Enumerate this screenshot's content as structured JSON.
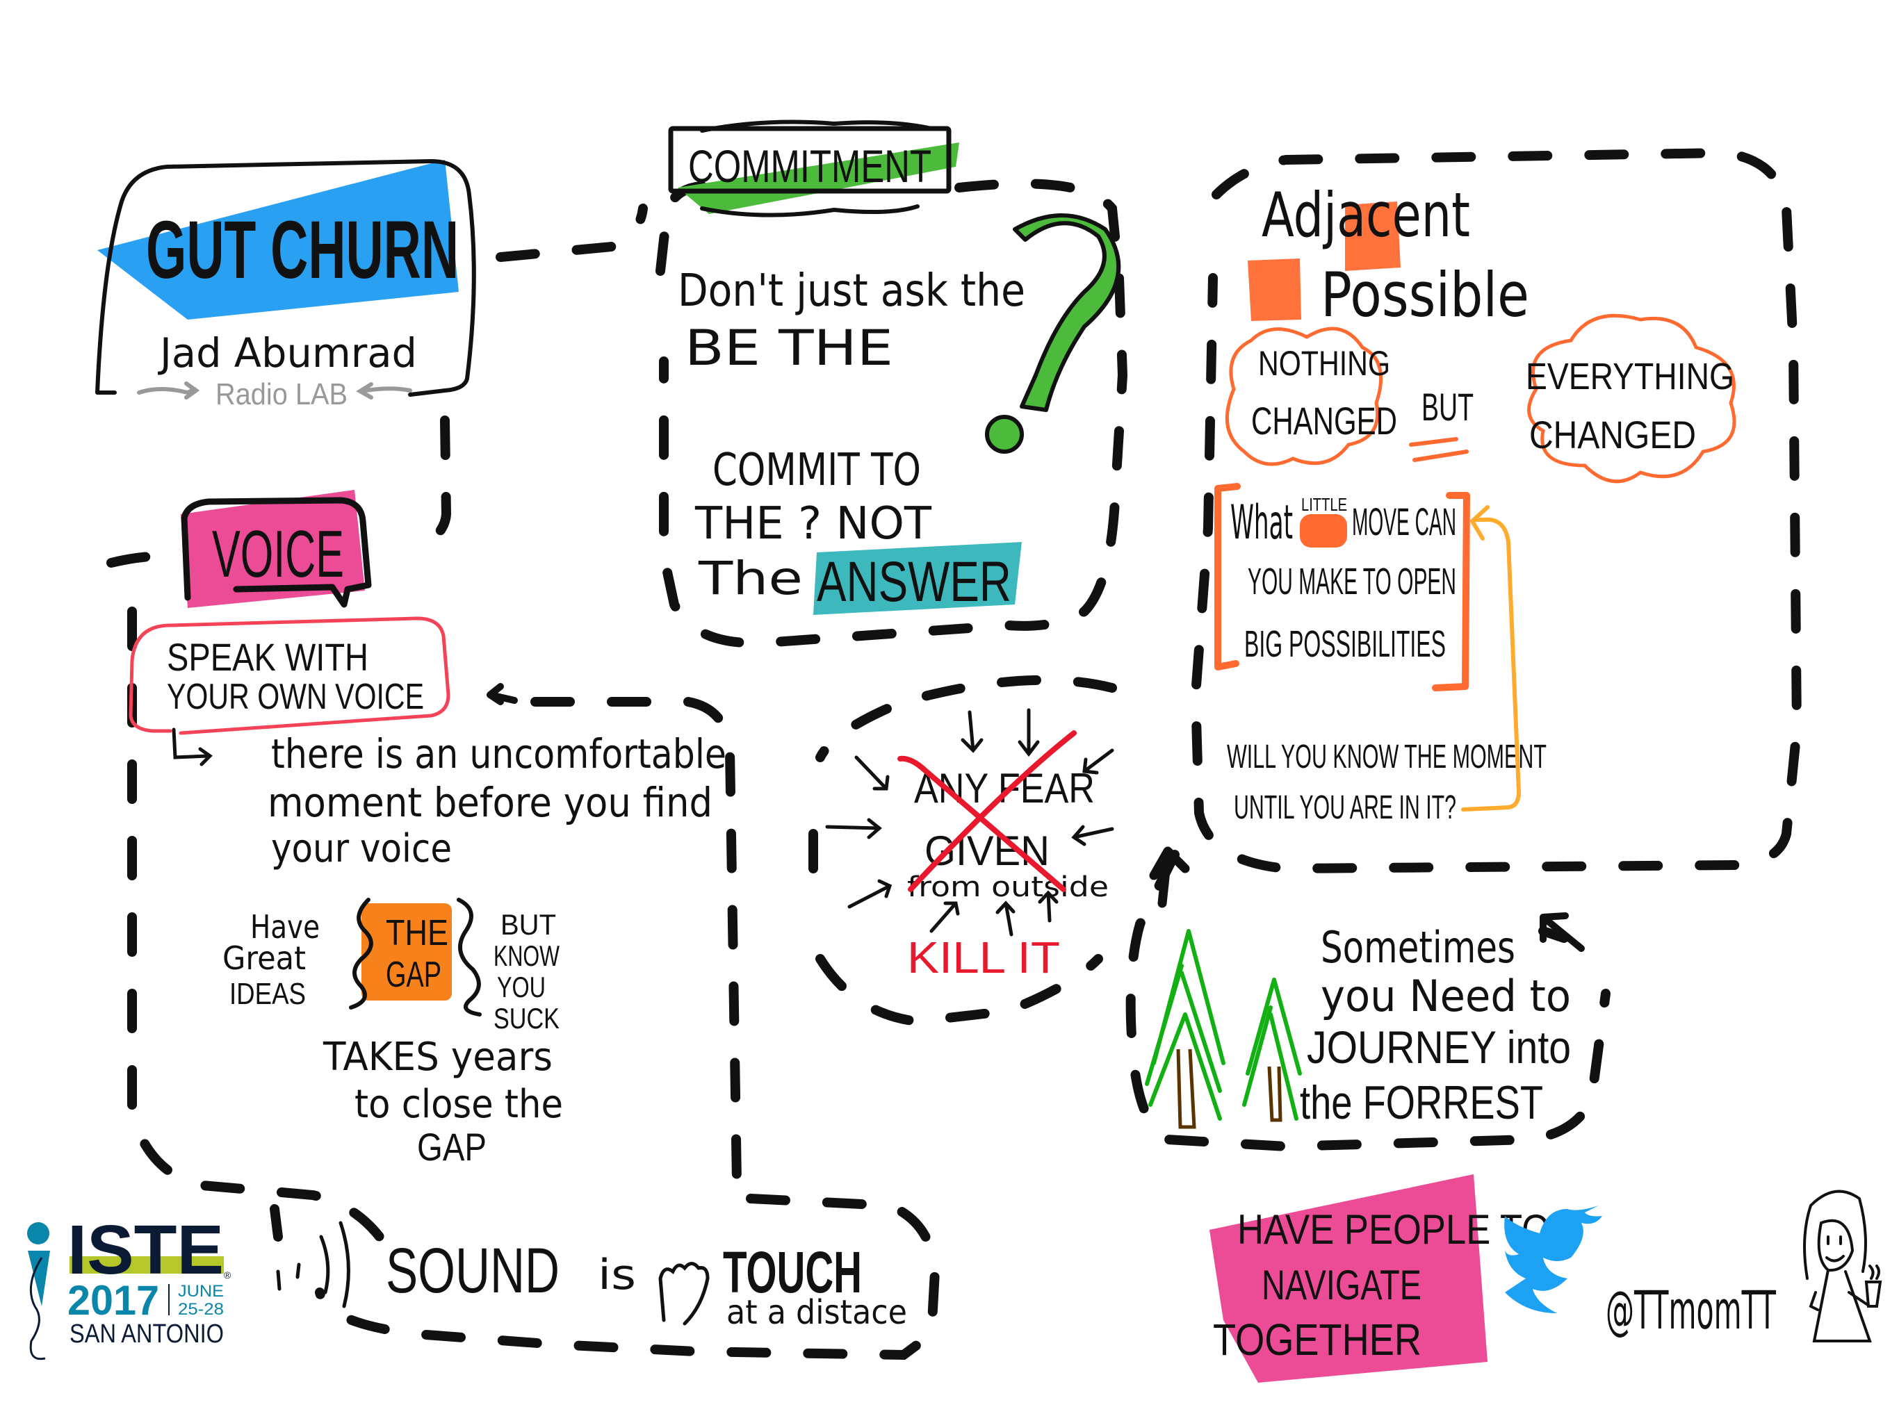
{
  "colors": {
    "ink": "#111111",
    "blue": "#1e9bf0",
    "green": "#4cbb3c",
    "teal": "#3db9bd",
    "pink": "#ec4b96",
    "orange": "#ff6a30",
    "gap_orange": "#f7821b",
    "amber": "#ffab2e",
    "red": "#e8192c",
    "speech_red": "#f44356",
    "tree_green": "#12b012",
    "trunk": "#5a3300",
    "grey": "#999999",
    "twitter": "#1da1f2",
    "iste_navy": "#0b1a35",
    "iste_teal": "#0a86aa",
    "iste_lime": "#b6c72a"
  },
  "gut_churn": {
    "title": "GUT CHURN",
    "speaker": "Jad Abumrad",
    "show": "Radio LAB"
  },
  "commitment": {
    "banner": "COMMITMENT",
    "line1": "Don't just ask the",
    "line2": "BE THE",
    "question_mark": "?",
    "line3": "COMMIT TO",
    "line4": "THE ? NOT",
    "line5_prefix": "The",
    "line5_highlight": "ANSWER"
  },
  "adjacent": {
    "title1": "Adjacent",
    "title2": "Possible",
    "cloud_left_1": "NOTHING",
    "cloud_left_2": "CHANGED",
    "connector": "BUT",
    "cloud_right_1": "EVERYTHING",
    "cloud_right_2": "CHANGED",
    "question_1a": "What",
    "question_1_small": "LITTLE",
    "question_1b": "MOVE CAN",
    "question_2": "YOU MAKE TO OPEN",
    "question_3": "BIG POSSIBILITIES",
    "moment_1": "WILL YOU KNOW THE MOMENT",
    "moment_2": "UNTIL YOU ARE IN IT?"
  },
  "voice": {
    "title": "VOICE",
    "speech_1": "SPEAK WITH",
    "speech_2": "YOUR OWN VOICE",
    "note_1": "there is an uncomfortable",
    "note_2": "moment before you find",
    "note_3": "your voice",
    "left_1": "Have",
    "left_2": "Great",
    "left_3": "IDEAS",
    "gap_1": "THE",
    "gap_2": "GAP",
    "right_1": "BUT",
    "right_2": "KNOW",
    "right_3": "YOU",
    "right_4": "SUCK",
    "close_1": "TAKES years",
    "close_2": "to close the",
    "close_3": "GAP"
  },
  "fear": {
    "line1": "ANY FEAR",
    "line2": "GIVEN",
    "line3": "from outside",
    "action": "KILL IT"
  },
  "forest": {
    "line1": "Sometimes",
    "line2": "you Need to",
    "line3": "JOURNEY into",
    "line4": "the FORREST"
  },
  "sound": {
    "word1": "SOUND",
    "word2": "is",
    "word3": "TOUCH",
    "word4": "at a distace"
  },
  "people": {
    "line1": "HAVE PEOPLE TO",
    "line2": "NAVIGATE",
    "line3": "TOGETHER"
  },
  "credit": {
    "handle": "@TTmomTT"
  },
  "logo": {
    "brand": "ISTE",
    "year": "2017",
    "month": "JUNE",
    "days": "25-28",
    "city": "SAN ANTONIO",
    "registered": "®"
  }
}
